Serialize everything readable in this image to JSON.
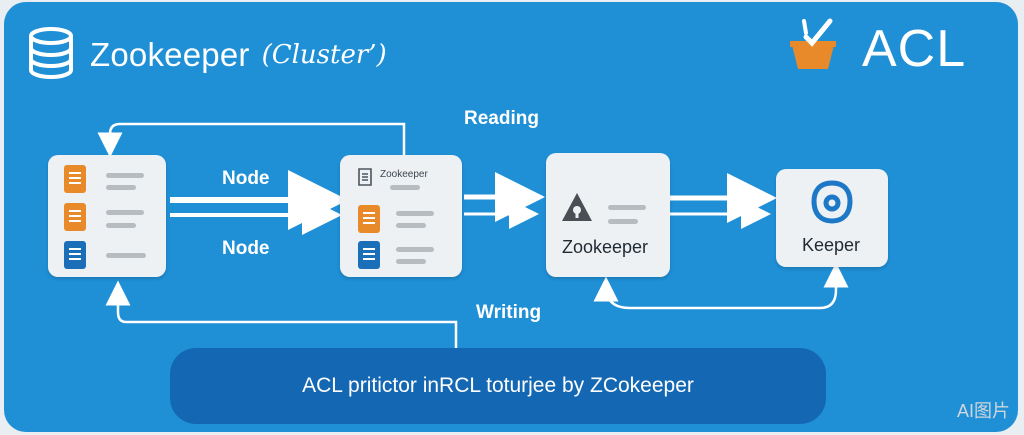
{
  "header": {
    "title": "Zookeeper",
    "title_sub": "(Cluster’)",
    "acl_label": "ACL"
  },
  "labels": {
    "reading": "Reading",
    "node_top": "Node",
    "node_bottom": "Node",
    "writing": "Writing"
  },
  "cards": {
    "middle_small": "Zookeeper",
    "lock_card": "Zookeeper",
    "keeper_card": "Keeper"
  },
  "footer": {
    "caption": "ACL pritictor inRCL toturjee by ZCokeeper"
  },
  "watermark": "AI图片",
  "colors": {
    "background": "#1f8fd6",
    "bottom_bar": "#1467b3",
    "orange_doc": "#e88a2a",
    "blue_doc": "#1b6fb8"
  },
  "icons": [
    "database-icon",
    "basket-check-icon",
    "document-icon",
    "lock-icon",
    "keeper-ring-icon"
  ]
}
